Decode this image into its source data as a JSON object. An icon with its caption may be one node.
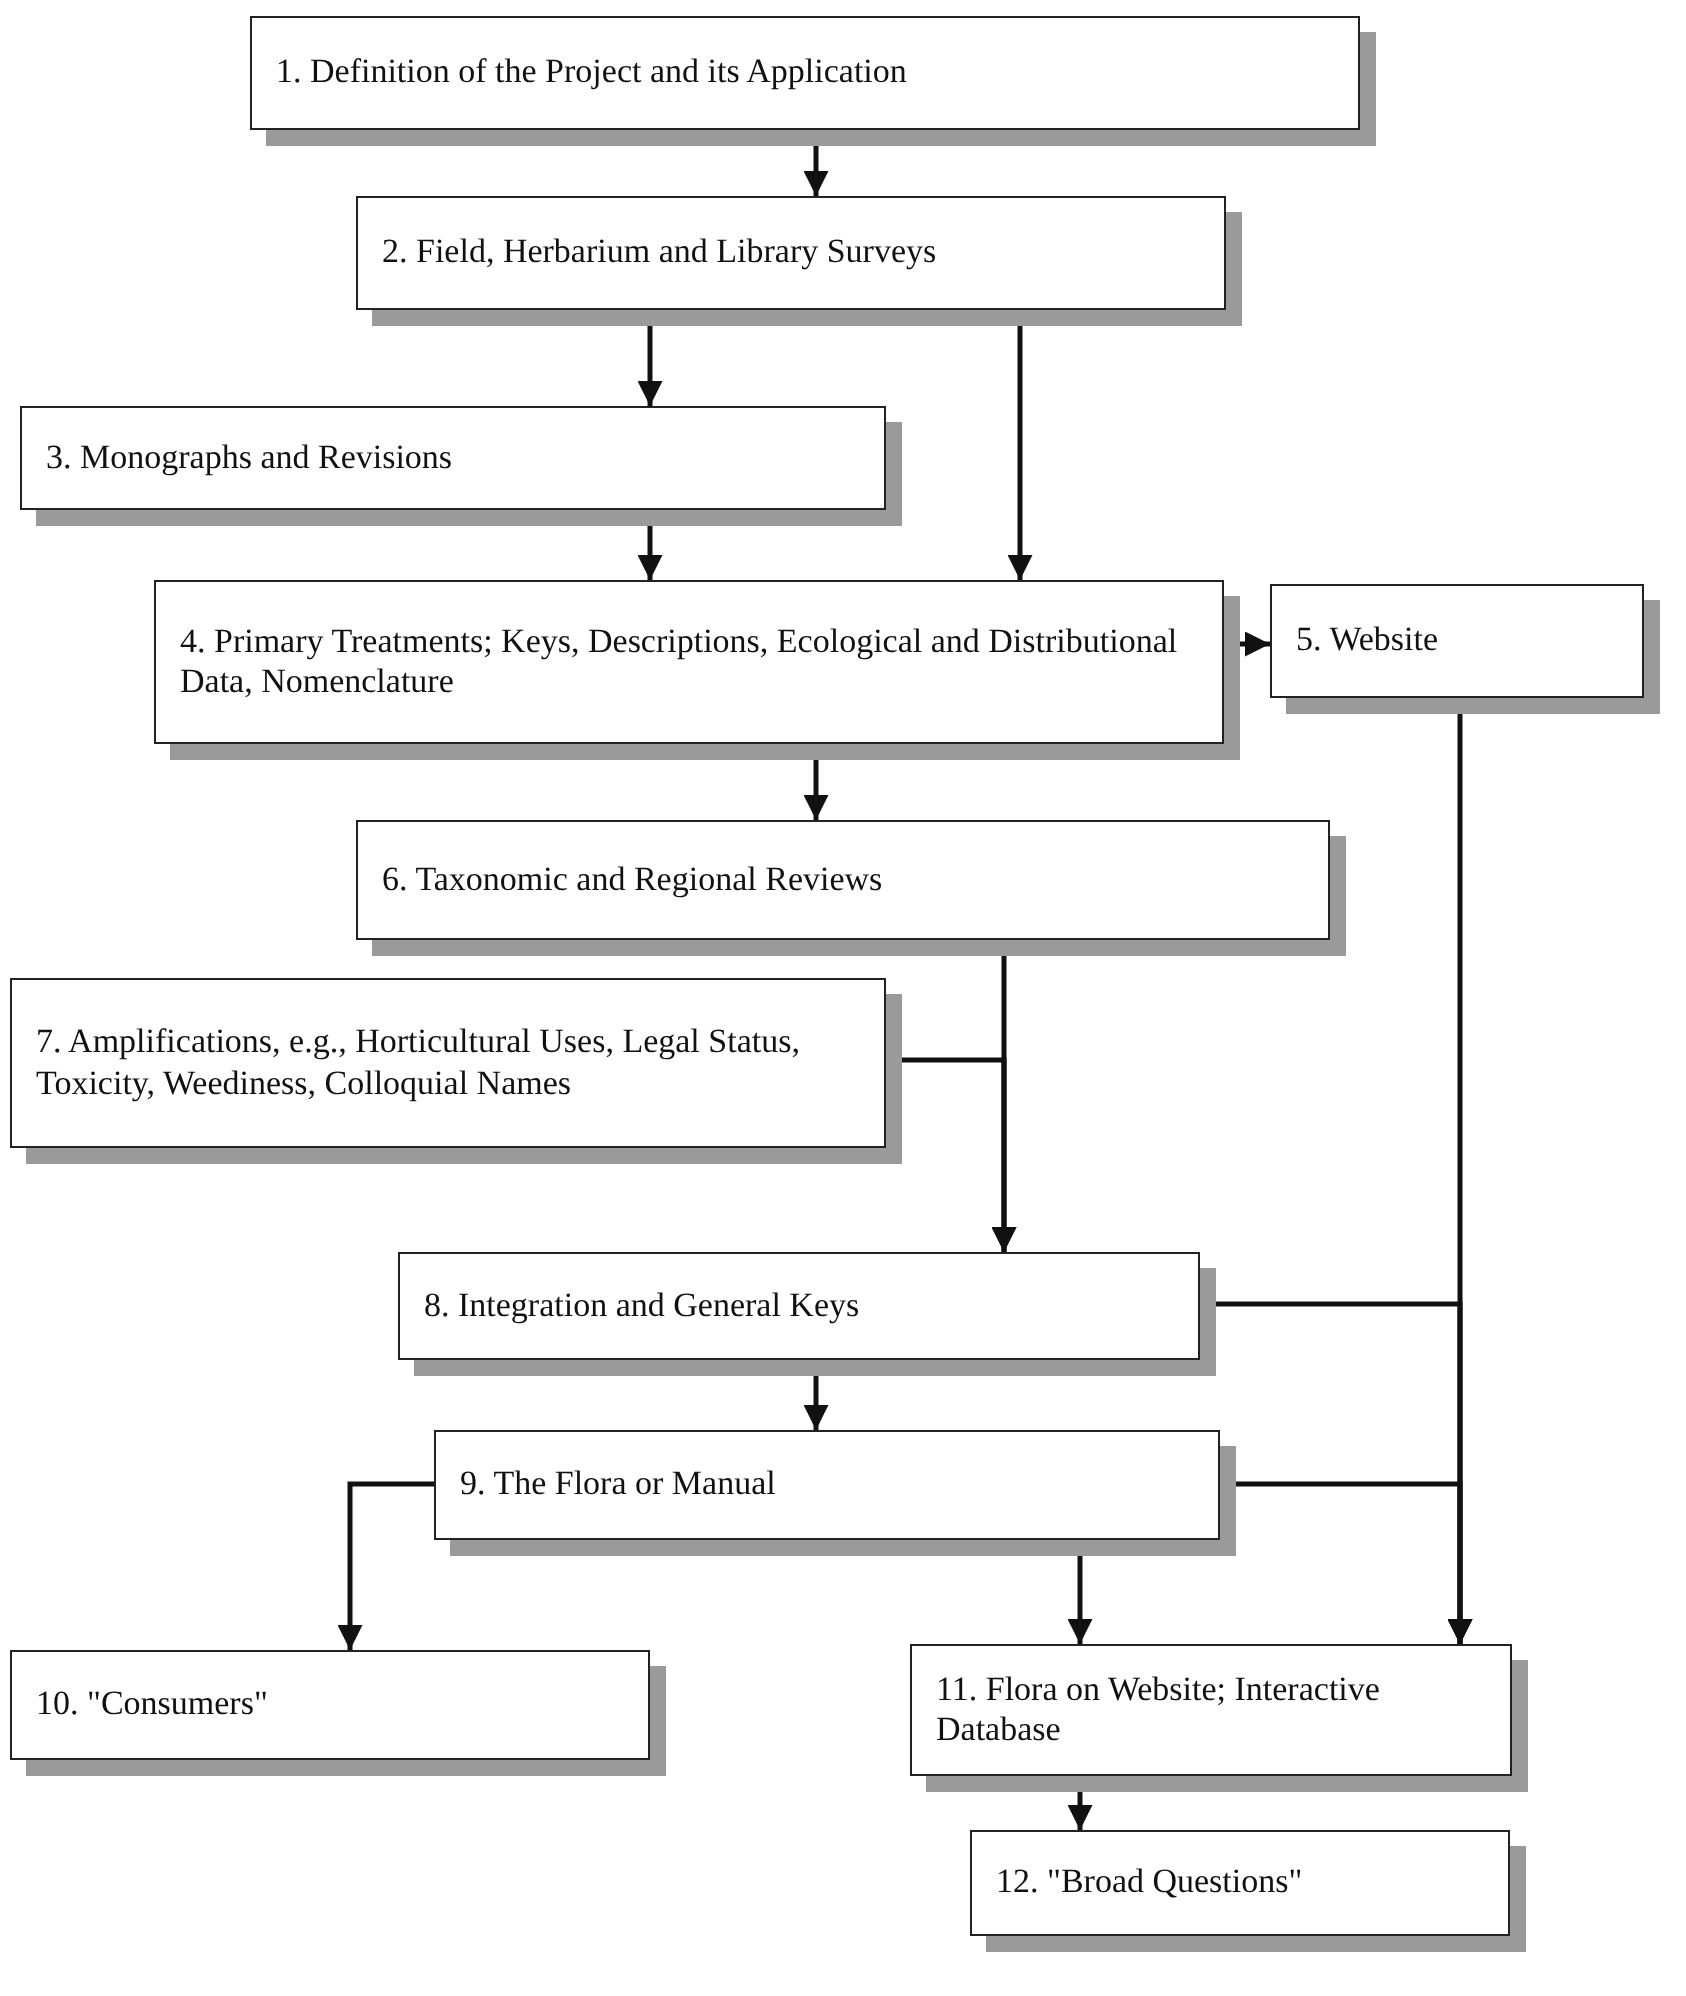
{
  "diagram": {
    "nodes": [
      {
        "text": [
          "1. Definition of the Project and its Application"
        ]
      },
      {
        "text": [
          "2. Field, Herbarium and Library Surveys"
        ]
      },
      {
        "text": [
          "3. Monographs and Revisions"
        ]
      },
      {
        "text": [
          "4. Primary Treatments; Keys, Descriptions, Ecological and Distributional Data, Nomenclature"
        ]
      },
      {
        "text": [
          "5. Website"
        ]
      },
      {
        "text": [
          "6. Taxonomic and Regional Reviews"
        ]
      },
      {
        "text": [
          "7. Amplifications, e.g., Horticultural Uses, Legal Status, Toxicity, Weediness, Colloquial Names"
        ]
      },
      {
        "text": [
          "8. Integration and General Keys"
        ]
      },
      {
        "text": [
          "9. The Flora or Manual"
        ]
      },
      {
        "text": [
          "10. \"Consumers\""
        ]
      },
      {
        "text": [
          "11. Flora on Website; Interactive Database"
        ]
      },
      {
        "text": [
          "12. \"Broad Questions\""
        ]
      }
    ],
    "edges": [
      {
        "from": 0,
        "to": 1,
        "arrow": "to"
      },
      {
        "from": 1,
        "to": 2,
        "arrow": "to"
      },
      {
        "from": 1,
        "to": 3,
        "arrow": "to"
      },
      {
        "from": 2,
        "to": 3,
        "arrow": "to"
      },
      {
        "from": 3,
        "to": 4,
        "arrow": "to"
      },
      {
        "from": 3,
        "to": 5,
        "arrow": "to"
      },
      {
        "from": 5,
        "to": 7,
        "arrow": "to"
      },
      {
        "from": 6,
        "to": 7,
        "arrow": "to"
      },
      {
        "from": 4,
        "to": 10,
        "arrow": "to"
      },
      {
        "from": 7,
        "to": 10,
        "arrow": "to"
      },
      {
        "from": 7,
        "to": 8,
        "arrow": "to"
      },
      {
        "from": 8,
        "to": 9,
        "arrow": "to"
      },
      {
        "from": 8,
        "to": 10,
        "arrow": "to"
      },
      {
        "from": 8,
        "to": 10,
        "arrow": "to"
      },
      {
        "from": 10,
        "to": 11,
        "arrow": "to"
      }
    ]
  }
}
